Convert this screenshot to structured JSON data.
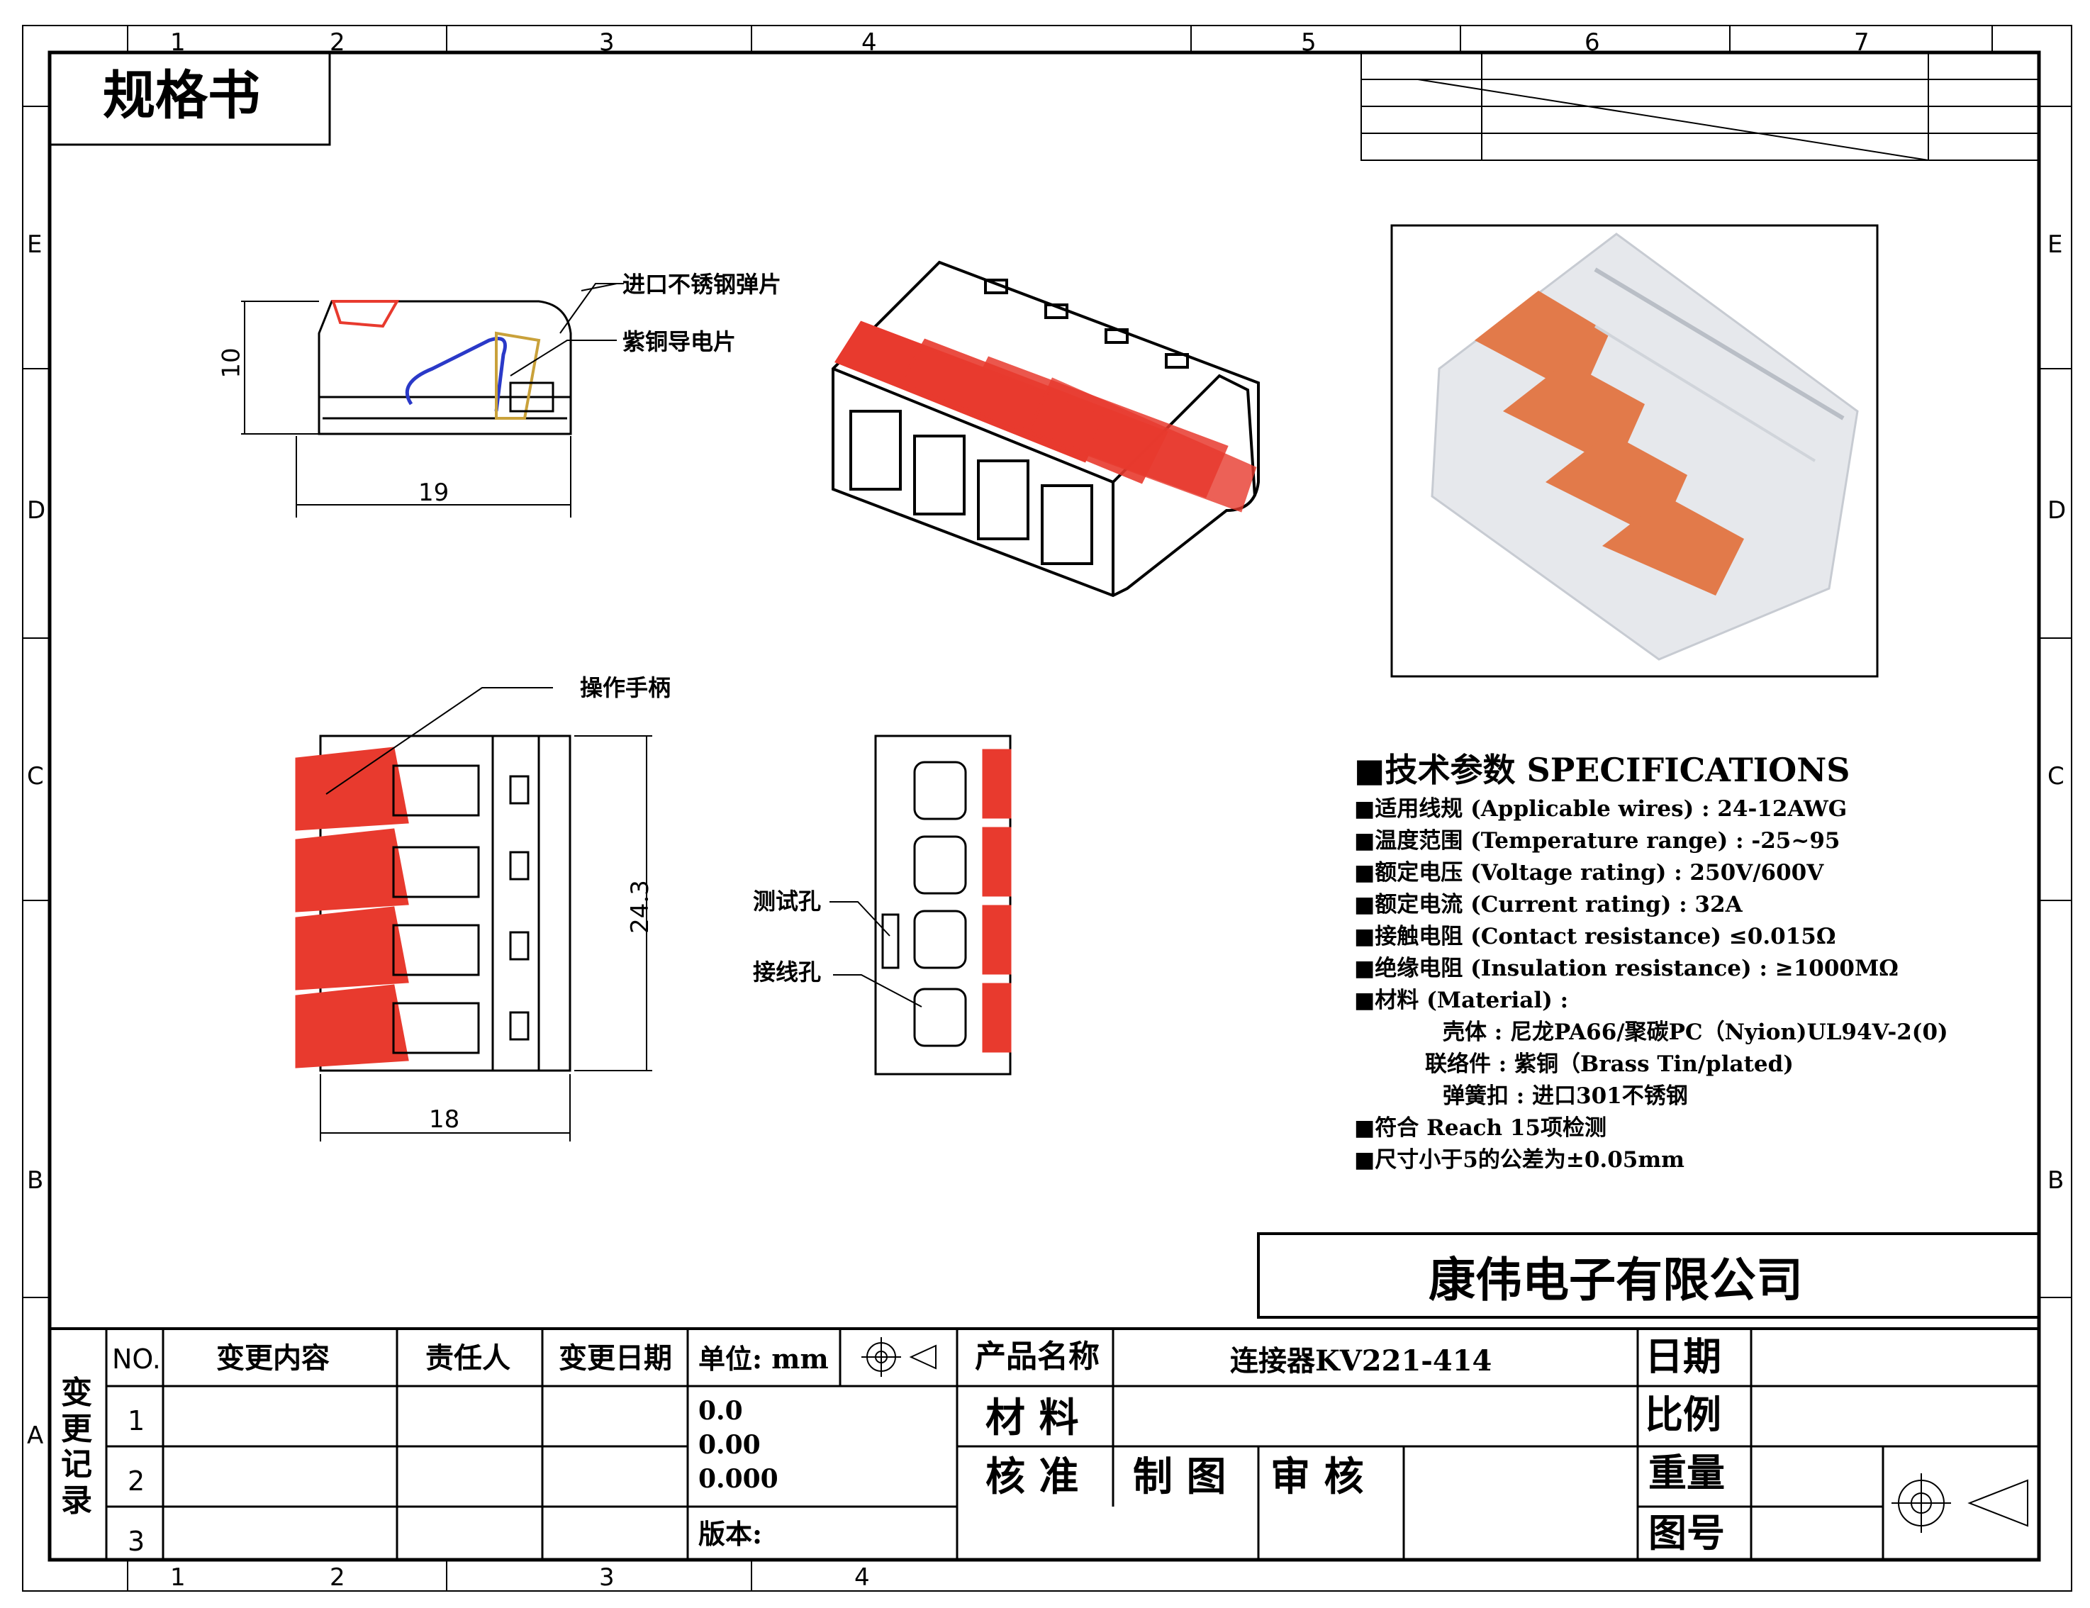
{
  "doc_title": "规格书",
  "callouts": {
    "spring": "进口不锈钢弹片",
    "copper": "紫铜导电片",
    "handle": "操作手柄",
    "test_hole": "测试孔",
    "wire_hole": "接线孔"
  },
  "dims": {
    "height": "10",
    "length": "19",
    "width": "24.3",
    "depth": "18"
  },
  "zones": {
    "cols": [
      "1",
      "2",
      "3",
      "4",
      "5",
      "6",
      "7"
    ],
    "bottom_cols": [
      "1",
      "2",
      "3",
      "4"
    ],
    "rows": [
      "E",
      "D",
      "C",
      "B",
      "A"
    ]
  },
  "specs": {
    "heading": "■技术参数  SPECIFICATIONS",
    "lines": [
      "■适用线规 (Applicable wires) : 24-12AWG",
      "■温度范围 (Temperature range) : -25~95",
      "■额定电压 (Voltage rating) : 250V/600V",
      "■额定电流 (Current rating) : 32A",
      "■接触电阻 (Contact resistance) ≤0.015Ω",
      "■绝缘电阻 (Insulation resistance) : ≥1000MΩ",
      "■材料 (Material) :",
      "壳体 : 尼龙PA66/聚碳PC（Nyion)UL94V-2(0)",
      "联络件 : 紫铜（Brass Tin/plated)",
      "弹簧扣 : 进口301不锈钢",
      "■符合 Reach 15项检测",
      "■尺寸小于5的公差为±0.05mm"
    ]
  },
  "company": "康伟电子有限公司",
  "title_block": {
    "change_record": "变更记录",
    "no": "NO.",
    "change_content": "变更内容",
    "responsible": "责任人",
    "change_date": "变更日期",
    "rows": [
      "1",
      "2",
      "3"
    ],
    "unit": "单位: mm",
    "tol1": "0.0",
    "tol2": "0.00",
    "tol3": "0.000",
    "version": "版本:",
    "product_name_label": "产品名称",
    "product_name": "连接器KV221-414",
    "material": "材 料",
    "approve": "核 准",
    "draw": "制 图",
    "review": "审 核",
    "date": "日期",
    "scale": "比例",
    "weight": "重量",
    "drawing_no": "图号"
  },
  "colors": {
    "handle": "#e83a2e",
    "photo_orange": "#e27a4a",
    "line": "#000000",
    "wire_blue": "#2a39c8"
  }
}
